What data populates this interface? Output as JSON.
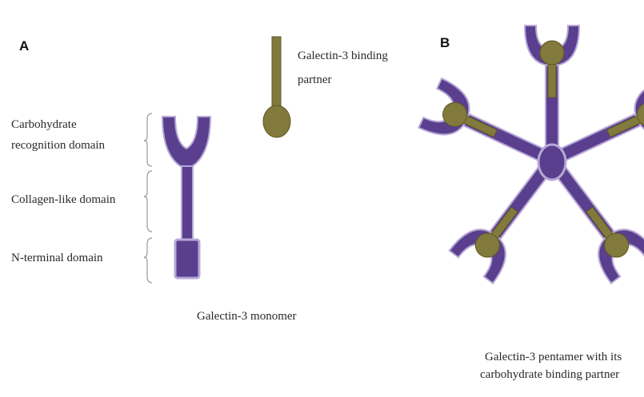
{
  "panel_a": {
    "letter": "A",
    "partner_label_line1": "Galectin-3 binding",
    "partner_label_line2": "partner",
    "domains": {
      "carbohydrate_line1": "Carbohydrate",
      "carbohydrate_line2": "recognition domain",
      "collagen": "Collagen-like domain",
      "n_terminal": "N-terminal domain"
    },
    "caption": "Galectin-3 monomer"
  },
  "panel_b": {
    "letter": "B",
    "caption_line1": "Galectin-3 pentamer with  its",
    "caption_line2": "carbohydrate binding partner"
  },
  "colors": {
    "protein": "#5a3f8f",
    "protein_outline": "#b7a8d6",
    "partner": "#827a3c",
    "bracket": "#9a9a9a"
  }
}
